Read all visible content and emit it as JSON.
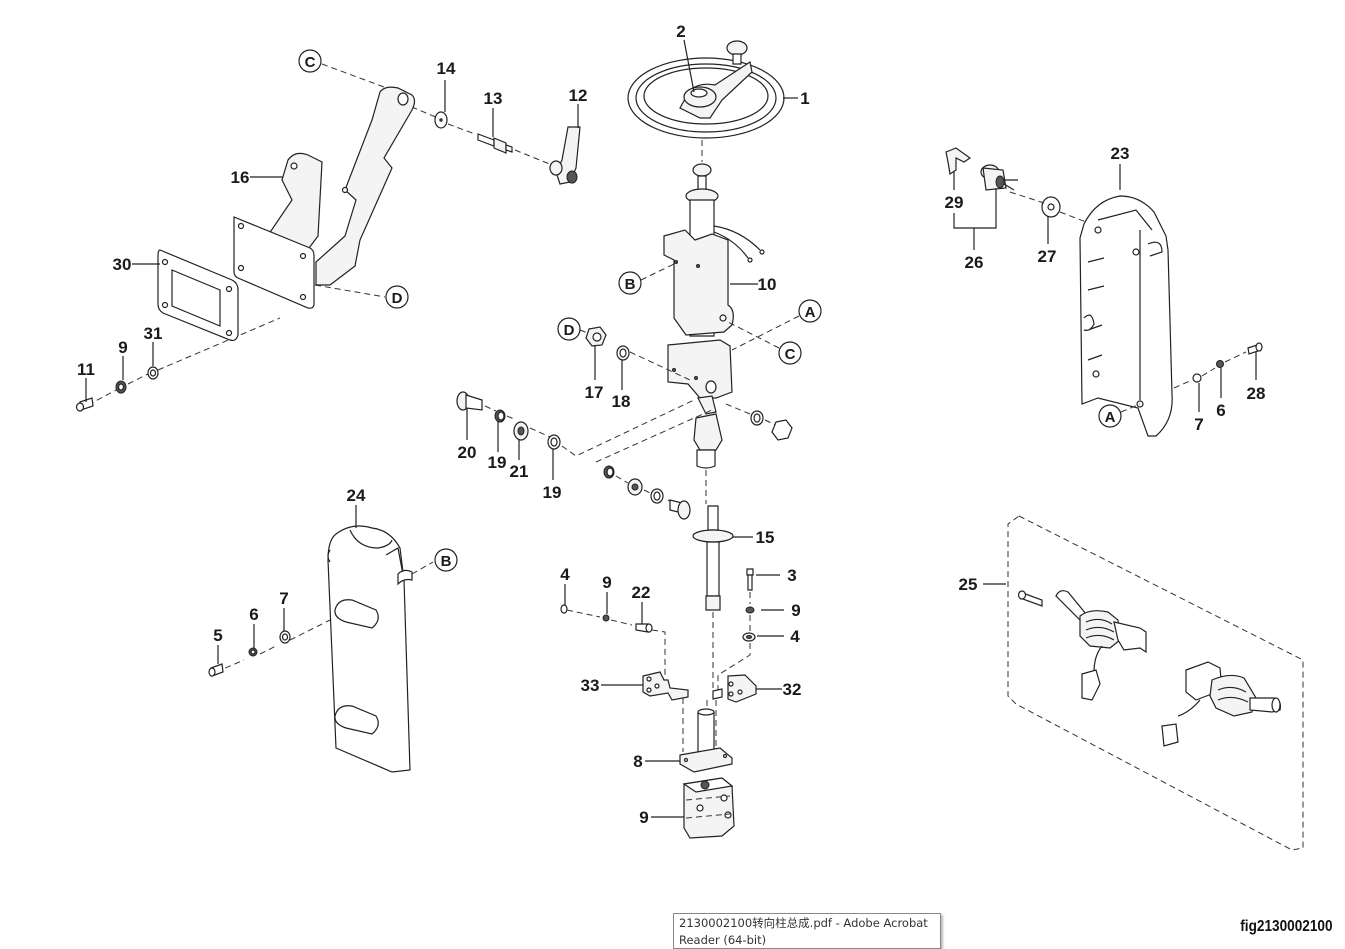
{
  "figure": {
    "id_label": "fig2130002100",
    "subject": "Steering column assembly exploded parts diagram"
  },
  "tooltip": {
    "line1": "2130002100转向柱总成.pdf - Adobe Acrobat",
    "line2": "Reader (64-bit)"
  },
  "callouts": [
    {
      "num": "1",
      "part": "steering-wheel"
    },
    {
      "num": "2",
      "part": "hub-cap"
    },
    {
      "num": "3",
      "part": "bolt"
    },
    {
      "num": "4",
      "part": "washer"
    },
    {
      "num": "4",
      "part": "washer"
    },
    {
      "num": "5",
      "part": "bolt"
    },
    {
      "num": "6",
      "part": "lock-washer"
    },
    {
      "num": "6",
      "part": "lock-washer"
    },
    {
      "num": "7",
      "part": "washer"
    },
    {
      "num": "7",
      "part": "washer"
    },
    {
      "num": "8",
      "part": "mounting-plate"
    },
    {
      "num": "9",
      "part": "lock-washer"
    },
    {
      "num": "9",
      "part": "lock-washer"
    },
    {
      "num": "9",
      "part": "lock-washer"
    },
    {
      "num": "9",
      "part": "steering-unit"
    },
    {
      "num": "10",
      "part": "steering-column"
    },
    {
      "num": "11",
      "part": "bolt"
    },
    {
      "num": "12",
      "part": "tilt-lever"
    },
    {
      "num": "13",
      "part": "stud"
    },
    {
      "num": "14",
      "part": "washer"
    },
    {
      "num": "15",
      "part": "shaft"
    },
    {
      "num": "16",
      "part": "bracket"
    },
    {
      "num": "17",
      "part": "nut"
    },
    {
      "num": "18",
      "part": "washer"
    },
    {
      "num": "19",
      "part": "bushing"
    },
    {
      "num": "19",
      "part": "bushing"
    },
    {
      "num": "20",
      "part": "pivot-pin"
    },
    {
      "num": "21",
      "part": "bearing"
    },
    {
      "num": "22",
      "part": "bolt"
    },
    {
      "num": "23",
      "part": "rear-cover"
    },
    {
      "num": "24",
      "part": "front-cover"
    },
    {
      "num": "25",
      "part": "combination-switch-kit"
    },
    {
      "num": "26",
      "part": "ignition-switch-assy"
    },
    {
      "num": "27",
      "part": "switch-washer"
    },
    {
      "num": "28",
      "part": "screw"
    },
    {
      "num": "29",
      "part": "key"
    },
    {
      "num": "30",
      "part": "gasket-plate"
    },
    {
      "num": "31",
      "part": "washer"
    },
    {
      "num": "32",
      "part": "right-bracket"
    },
    {
      "num": "33",
      "part": "left-bracket"
    }
  ],
  "reference_markers": [
    "A",
    "A",
    "B",
    "B",
    "C",
    "C",
    "D",
    "D"
  ]
}
